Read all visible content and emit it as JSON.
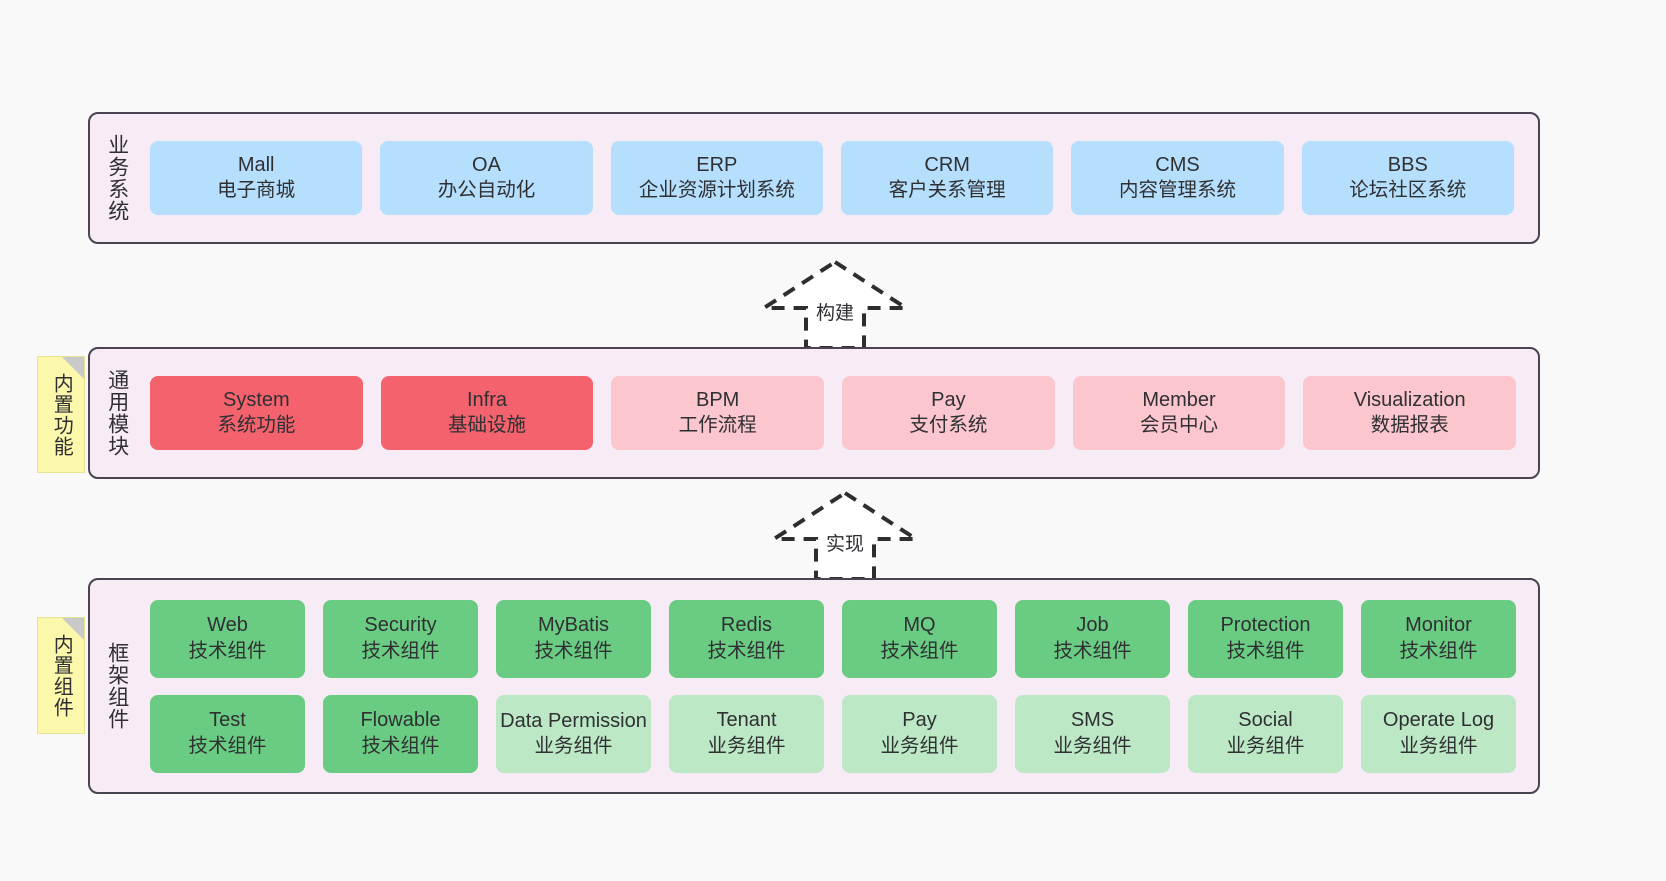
{
  "diagram": {
    "background_color": "#f9f9f9",
    "panel_color": "#f7ebf6",
    "panel_border_color": "#4a4351",
    "note_color": "#fbf8ac"
  },
  "layers": {
    "business": {
      "title": "业务系统",
      "accent_color": "#b5dffc",
      "cards": [
        {
          "name": "Mall",
          "sub": "电子商城"
        },
        {
          "name": "OA",
          "sub": "办公自动化"
        },
        {
          "name": "ERP",
          "sub": "企业资源计划系统"
        },
        {
          "name": "CRM",
          "sub": "客户关系管理"
        },
        {
          "name": "CMS",
          "sub": "内容管理系统"
        },
        {
          "name": "BBS",
          "sub": "论坛社区系统"
        }
      ]
    },
    "common": {
      "title": "通用模块",
      "note": "内置功能",
      "accent_color": "#f4626d",
      "secondary_color": "#fbc6cd",
      "cards": [
        {
          "name": "System",
          "sub": "系统功能"
        },
        {
          "name": "Infra",
          "sub": "基础设施"
        },
        {
          "name": "BPM",
          "sub": "工作流程"
        },
        {
          "name": "Pay",
          "sub": "支付系统"
        },
        {
          "name": "Member",
          "sub": "会员中心"
        },
        {
          "name": "Visualization",
          "sub": "数据报表"
        }
      ]
    },
    "framework": {
      "title": "框架组件",
      "note": "内置组件",
      "accent_color": "#6acc82",
      "secondary_color": "#bde8c6",
      "row1": [
        {
          "name": "Web",
          "sub": "技术组件"
        },
        {
          "name": "Security",
          "sub": "技术组件"
        },
        {
          "name": "MyBatis",
          "sub": "技术组件"
        },
        {
          "name": "Redis",
          "sub": "技术组件"
        },
        {
          "name": "MQ",
          "sub": "技术组件"
        },
        {
          "name": "Job",
          "sub": "技术组件"
        },
        {
          "name": "Protection",
          "sub": "技术组件"
        },
        {
          "name": "Monitor",
          "sub": "技术组件"
        }
      ],
      "row2": [
        {
          "name": "Test",
          "sub": "技术组件"
        },
        {
          "name": "Flowable",
          "sub": "技术组件"
        },
        {
          "name": "Data Permission",
          "sub": "业务组件"
        },
        {
          "name": "Tenant",
          "sub": "业务组件"
        },
        {
          "name": "Pay",
          "sub": "业务组件"
        },
        {
          "name": "SMS",
          "sub": "业务组件"
        },
        {
          "name": "Social",
          "sub": "业务组件"
        },
        {
          "name": "Operate Log",
          "sub": "业务组件"
        }
      ]
    }
  },
  "arrows": {
    "build": {
      "label": "构建",
      "style": "dashed-hollow-generalization",
      "direction": "up"
    },
    "realize": {
      "label": "实现",
      "style": "dashed-hollow-generalization",
      "direction": "up"
    }
  }
}
